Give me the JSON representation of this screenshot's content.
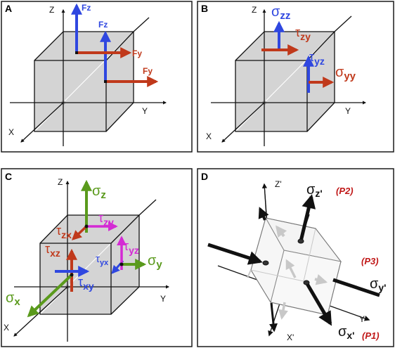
{
  "colors": {
    "blue": "#2f47e0",
    "red": "#c0391b",
    "green": "#5a9a1c",
    "magenta": "#d42ad4",
    "dark_red_label": "#c01818",
    "cube_fill": "#d4d4d4",
    "black": "#111111"
  },
  "panels": {
    "a": {
      "label": "A",
      "axes": {
        "z": "Z",
        "y": "Y",
        "x": "X"
      },
      "forces": {
        "fz_top": "Fz",
        "fz_mid": "Fz",
        "fy_top": "Fy",
        "fy_bottom": "Fy"
      }
    },
    "b": {
      "label": "B",
      "axes": {
        "z": "Z",
        "y": "Y",
        "x": "X"
      },
      "stresses": {
        "sigma_zz": {
          "symbol": "σ",
          "sub": "zz"
        },
        "tau_zy": {
          "symbol": "τ",
          "sub": "zy"
        },
        "tau_yz": {
          "symbol": "τ",
          "sub": "yz"
        },
        "sigma_yy": {
          "symbol": "σ",
          "sub": "yy"
        }
      }
    },
    "c": {
      "label": "C",
      "axes": {
        "z": "Z",
        "y": "Y",
        "x": "X"
      },
      "stresses": {
        "sigma_z": {
          "symbol": "σ",
          "sub": "z"
        },
        "tau_zy": {
          "symbol": "τ",
          "sub": "zy"
        },
        "tau_zx": {
          "symbol": "τ",
          "sub": "zx"
        },
        "tau_xz": {
          "symbol": "τ",
          "sub": "xz"
        },
        "tau_yx": {
          "symbol": "τ",
          "sub": "yx"
        },
        "tau_yz": {
          "symbol": "τ",
          "sub": "yz"
        },
        "sigma_y": {
          "symbol": "σ",
          "sub": "y"
        },
        "tau_xy": {
          "symbol": "τ",
          "sub": "xy"
        },
        "sigma_x": {
          "symbol": "σ",
          "sub": "x"
        }
      }
    },
    "d": {
      "label": "D",
      "axes": {
        "z": "Z'",
        "y": "Y'",
        "x": "X'"
      },
      "principal": {
        "sigma_z": {
          "symbol": "σ",
          "sub": "z'",
          "tag": "(P2)"
        },
        "sigma_y": {
          "symbol": "σ",
          "sub": "y'",
          "tag": "(P3)"
        },
        "sigma_x": {
          "symbol": "σ",
          "sub": "x'",
          "tag": "(P1)"
        }
      }
    }
  }
}
